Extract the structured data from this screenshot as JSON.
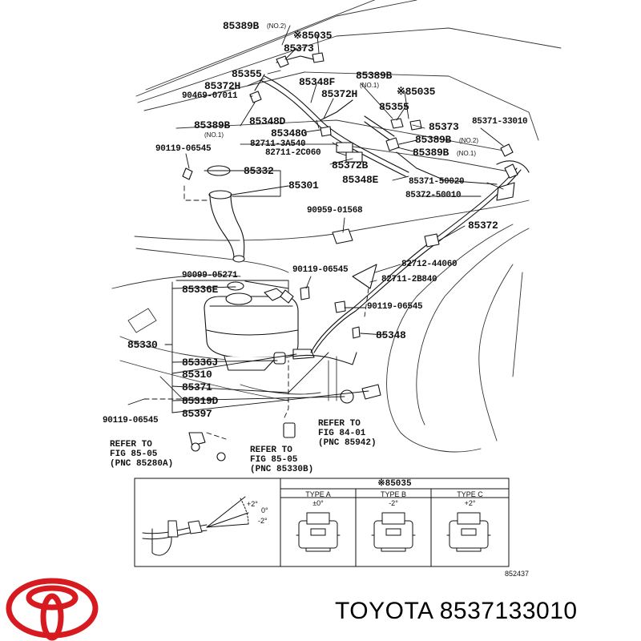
{
  "part_labels": {
    "p85389B_top": "85389B",
    "p85389B_top_sub": "(NO.2)",
    "p85035_top": "※85035",
    "p85373_top": "85373",
    "p85355_left": "85355",
    "p85372H_left": "85372H",
    "p90469": "90469-07011",
    "p85348F": "85348F",
    "p85389B_mid": "85389B",
    "p85389B_mid_sub": "(NO.1)",
    "p85035_right": "※85035",
    "p85372H_mid": "85372H",
    "p85355_right": "85355",
    "p85371_33010": "85371-33010",
    "p85389B_left": "85389B",
    "p85389B_left_sub": "(NO.1)",
    "p85348D": "85348D",
    "p85373_right": "85373",
    "p85348G": "85348G",
    "p85389B_no2": "85389B",
    "p85389B_no2_sub": "(NO.2)",
    "p82711_3A540": "82711-3A540",
    "p82711_2C060": "82711-2C060",
    "p85389B_no1": "85389B",
    "p85389B_no1_sub": "(NO.1)",
    "p90119_top": "90119-06545",
    "p85372B": "85372B",
    "p85332": "85332",
    "p85348E": "85348E",
    "p85371_50020": "85371-50020",
    "p85301": "85301",
    "p85372_50010": "85372-50010",
    "p90959": "90959-01568",
    "p85372": "85372",
    "p82712": "82712-44060",
    "p90099": "90099-05271",
    "p90119_mid": "90119-06545",
    "p82711_2B840": "82711-2B840",
    "p85336E": "85336E",
    "p90119_right": "90119-06545",
    "p85348": "85348",
    "p85330": "85330",
    "p85336J": "85336J",
    "p85310": "85310",
    "p85371": "85371",
    "p85319D": "85319D",
    "p85397": "85397",
    "p90119_bottom": "90119-06545"
  },
  "refer_notes": {
    "fig_84_01": "REFER TO\nFIG 84-01\n(PNC 85942)",
    "fig_85_05_a": "REFER TO\nFIG 85-05\n(PNC 85280A)",
    "fig_85_05_b": "REFER TO\nFIG 85-05\n(PNC 85330B)"
  },
  "type_table": {
    "header": "※85035",
    "columns": [
      {
        "name": "TYPE A",
        "angle": "±0°"
      },
      {
        "name": "TYPE B",
        "angle": "-2°"
      },
      {
        "name": "TYPE C",
        "angle": "+2°"
      }
    ],
    "angle_marks": [
      "+2°",
      "0°",
      "-2°"
    ]
  },
  "illustration_number": "852437",
  "footer": {
    "brand_text": "TOYOTA 8537133010",
    "logo_color": "#d71920"
  }
}
